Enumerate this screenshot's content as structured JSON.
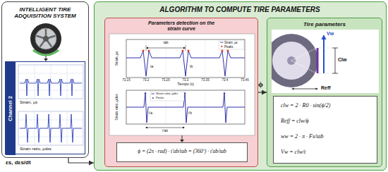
{
  "diagram": {
    "nodes": [
      {
        "text": [
          "INTELLIGENT TIRE ADQUISITION SYSTEM"
        ]
      },
      {
        "text": [
          "Channel 2",
          "Strain, με",
          "Strain ratio, μdεs"
        ],
        "in": 0
      },
      {
        "text": [
          "ALGORITHM TO COMPUTE TIRE PARAMETERS"
        ]
      },
      {
        "text": [
          "Parameters detection on the strain curve"
        ],
        "in": 2
      },
      {
        "text": [
          "ϕ = (2π · rad) · t'ab/tab = (360º) · t'ab/tab"
        ],
        "in": 3
      },
      {
        "text": [
          "Tire parameters"
        ],
        "in": 2
      },
      {
        "text": [
          "clw = 2 · R0 · sin(ϕ/2)",
          "Reff = clw/ϕ",
          "ww = 2 · π · Fs/tab",
          "Vw = clw/t"
        ],
        "in": 5
      }
    ],
    "edges": [
      {
        "from": 0,
        "to": 2,
        "arrow": "to",
        "label": "εs, dεs/dt"
      },
      {
        "from": 3,
        "to": 5,
        "arrow": "to",
        "label": "ϕ"
      }
    ],
    "labels": [
      "tab",
      "Strain, με",
      "Peaks",
      "Strain, με",
      "ta",
      "tb",
      "73.15",
      "73.2",
      "73.25",
      "73.3",
      "73.35",
      "73.4",
      "73.45",
      "Tiempo (s)",
      "Strain ratio, μdεs",
      "Peaks",
      "Strain ratio, μdεs",
      "t'a",
      "t'b",
      "t'ab",
      "Vw",
      "Clw",
      "Reff"
    ]
  }
}
